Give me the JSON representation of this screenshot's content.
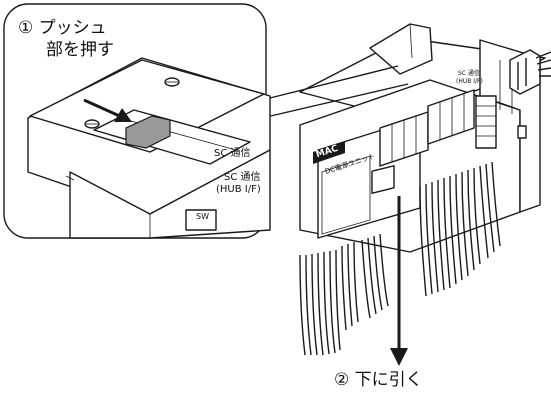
{
  "callout": {
    "step1_line1": "① プッシュ",
    "step1_line2": "部を押す",
    "inset_label_sc": "SC 通信",
    "inset_label_hub_line1": "SC 通信",
    "inset_label_hub_line2": "(HUB I/F)",
    "inset_label_sw": "SW"
  },
  "device": {
    "brand_label": "MAC",
    "unit_label": "DC電源ユニット",
    "side_label_line1": "SC 通信",
    "side_label_line2": "(HUB I/F)"
  },
  "step2": {
    "label": "② 下に引く"
  },
  "colors": {
    "line": "#1a1a1a",
    "fill_gray": "#9a9a9a",
    "background": "#ffffff"
  }
}
